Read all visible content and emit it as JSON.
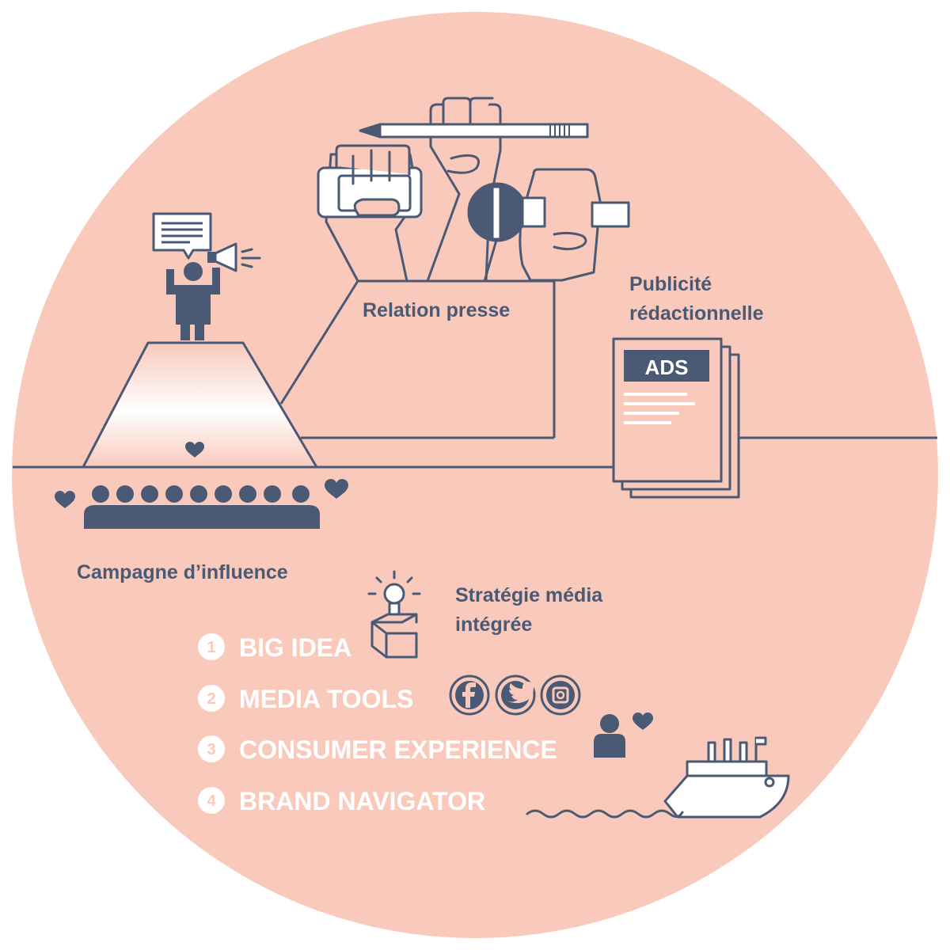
{
  "colors": {
    "background": "#f9c9bb",
    "ink": "#4a5a75",
    "white": "#ffffff"
  },
  "labels": {
    "press": "Relation presse",
    "publicity_line1": "Publicité",
    "publicity_line2": "rédactionnelle",
    "ads": "ADS",
    "influence": "Campagne d’influence",
    "strategy_line1": "Stratégie média",
    "strategy_line2": "intégrée"
  },
  "steps": [
    {
      "number": "1",
      "label": "BIG IDEA"
    },
    {
      "number": "2",
      "label": "MEDIA TOOLS"
    },
    {
      "number": "3",
      "label": "CONSUMER EXPERIENCE"
    },
    {
      "number": "4",
      "label": "BRAND NAVIGATOR"
    }
  ],
  "social_icons": [
    "facebook-icon",
    "twitter-icon",
    "instagram-icon"
  ]
}
